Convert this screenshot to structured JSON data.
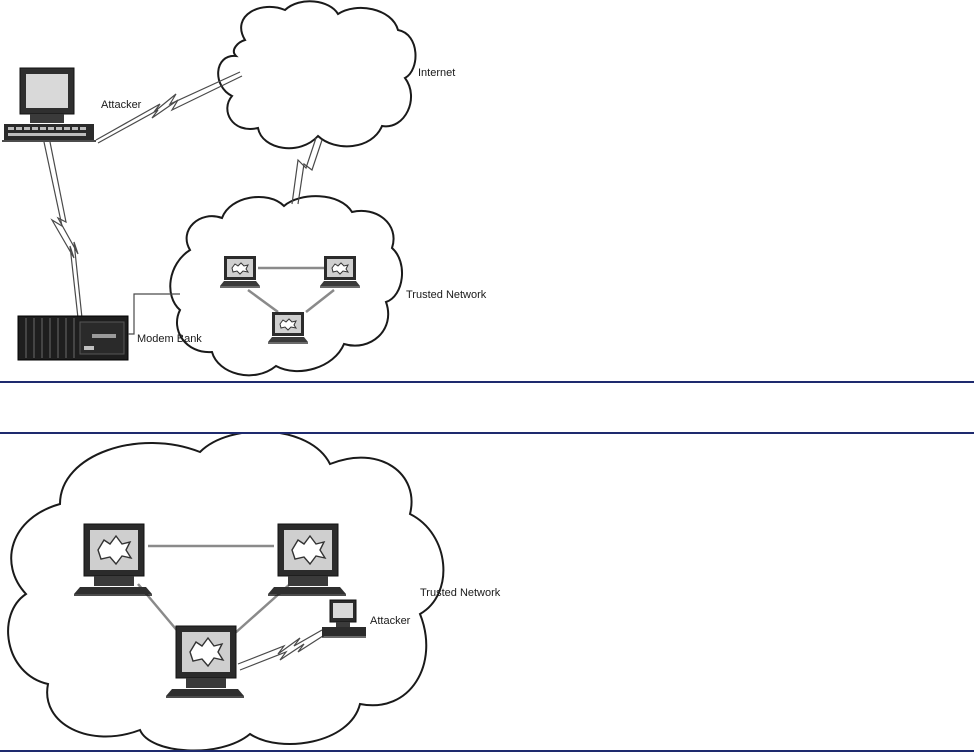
{
  "top_diagram": {
    "labels": {
      "internet": "Internet",
      "attacker": "Attacker",
      "trusted_network": "Trusted Network",
      "modem_bank": "Modem Bank"
    }
  },
  "bottom_diagram": {
    "labels": {
      "trusted_network": "Trusted Network",
      "attacker": "Attacker"
    }
  },
  "colors": {
    "rule": "#1e2a6e",
    "outline": "#1a1a1a",
    "link": "#8a8a8a"
  },
  "icons": [
    "workstation-icon",
    "server-rack-icon",
    "laptop-icon",
    "cloud-shape"
  ]
}
